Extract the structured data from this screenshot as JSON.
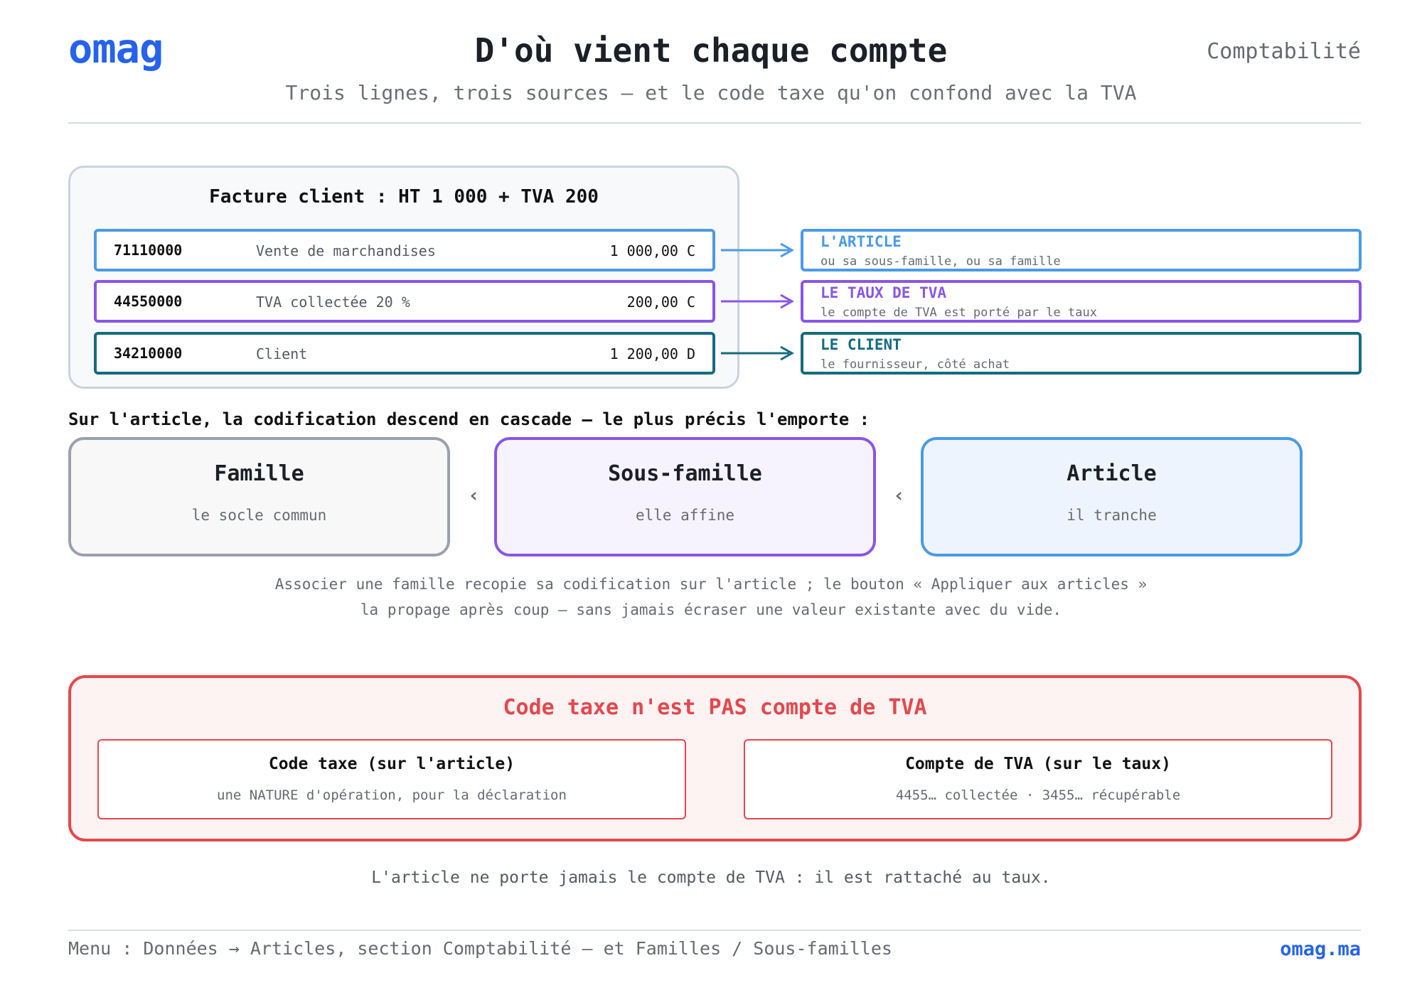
{
  "header": {
    "logo": "omag",
    "title": "D'où vient chaque compte",
    "section": "Comptabilité",
    "subtitle": "Trois lignes, trois sources — et le code taxe qu'on confond avec la TVA"
  },
  "invoice": {
    "title": "Facture client : HT 1 000 + TVA 200",
    "rows": [
      {
        "account": "71110000",
        "label": "Vente de marchandises",
        "amount": "1 000,00 C",
        "color": "#4a9be6"
      },
      {
        "account": "44550000",
        "label": "TVA collectée 20 %",
        "amount": "200,00 C",
        "color": "#8a55e6"
      },
      {
        "account": "34210000",
        "label": "Client",
        "amount": "1 200,00 D",
        "color": "#156c80"
      }
    ]
  },
  "sources": [
    {
      "title": "L'ARTICLE",
      "subtitle": "ou sa sous-famille, ou sa famille",
      "color": "#4a9be6"
    },
    {
      "title": "LE TAUX DE TVA",
      "subtitle": "le compte de TVA est porté par le taux",
      "color": "#8a55e6"
    },
    {
      "title": "LE CLIENT",
      "subtitle": "le fournisseur, côté achat",
      "color": "#156c80"
    }
  ],
  "cascade": {
    "intro": "Sur l'article, la codification descend en cascade — le plus précis l'emporte :",
    "levels": [
      {
        "name": "Famille",
        "desc": "le socle commun",
        "border": "#9aa1ad",
        "bg": "#f8f8f9"
      },
      {
        "name": "Sous-famille",
        "desc": "elle affine",
        "border": "#8a55e6",
        "bg": "#f6f3fe"
      },
      {
        "name": "Article",
        "desc": "il tranche",
        "border": "#4a9be6",
        "bg": "#eef4fd"
      }
    ],
    "separator": "‹",
    "note_line1": "Associer une famille recopie sa codification sur l'article ; le bouton « Appliquer aux articles »",
    "note_line2": "la propage après coup — sans jamais écraser une valeur existante avec du vide."
  },
  "tax": {
    "title": "Code taxe n'est PAS compte de TVA",
    "cards": [
      {
        "title": "Code taxe (sur l'article)",
        "subtitle": "une NATURE d'opération, pour la déclaration"
      },
      {
        "title": "Compte de TVA (sur le taux)",
        "subtitle": "4455… collectée · 3455… récupérable"
      }
    ],
    "footnote": "L'article ne porte jamais le compte de TVA : il est rattaché au taux."
  },
  "footer": {
    "menu": "Menu : Données → Articles, section Comptabilité — et Familles / Sous-familles",
    "link": "omag.ma"
  },
  "colors": {
    "brand": "#2563eb",
    "article": "#4a9be6",
    "tva": "#8a55e6",
    "client": "#156c80",
    "warning": "#e5484d"
  }
}
